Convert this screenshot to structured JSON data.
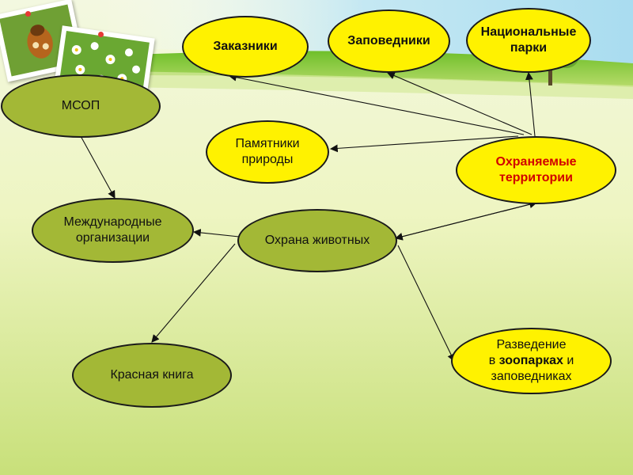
{
  "diagram": {
    "nodes": {
      "zakazniki": "Заказники",
      "zapovedniki": "Заповедники",
      "nats_parki_line1": "Национальные",
      "nats_parki_line2": "парки",
      "msop": "МСОП",
      "pamyatniki_line1": "Памятники",
      "pamyatniki_line2": "природы",
      "okhr_terr_line1": "Охраняемые",
      "okhr_terr_line2": "территории",
      "mezhd_line1": "Международные",
      "mezhd_line2": "организации",
      "okhrana": "Охрана животных",
      "krasnaya": "Красная книга",
      "razvedenie_line1": "Разведение",
      "razvedenie_line2a": "в ",
      "razvedenie_line2b": "зоопарках",
      "razvedenie_line2c": " и",
      "razvedenie_line3": "заповедниках"
    },
    "colors": {
      "green_node": "#a3b836",
      "yellow_node": "#fff200",
      "accent_red": "#d10000",
      "grass": "#6fbf2a",
      "sky": "#bfe6f5"
    },
    "icons": [
      "beetle-photo",
      "daisies-photo",
      "tree-icon"
    ]
  }
}
